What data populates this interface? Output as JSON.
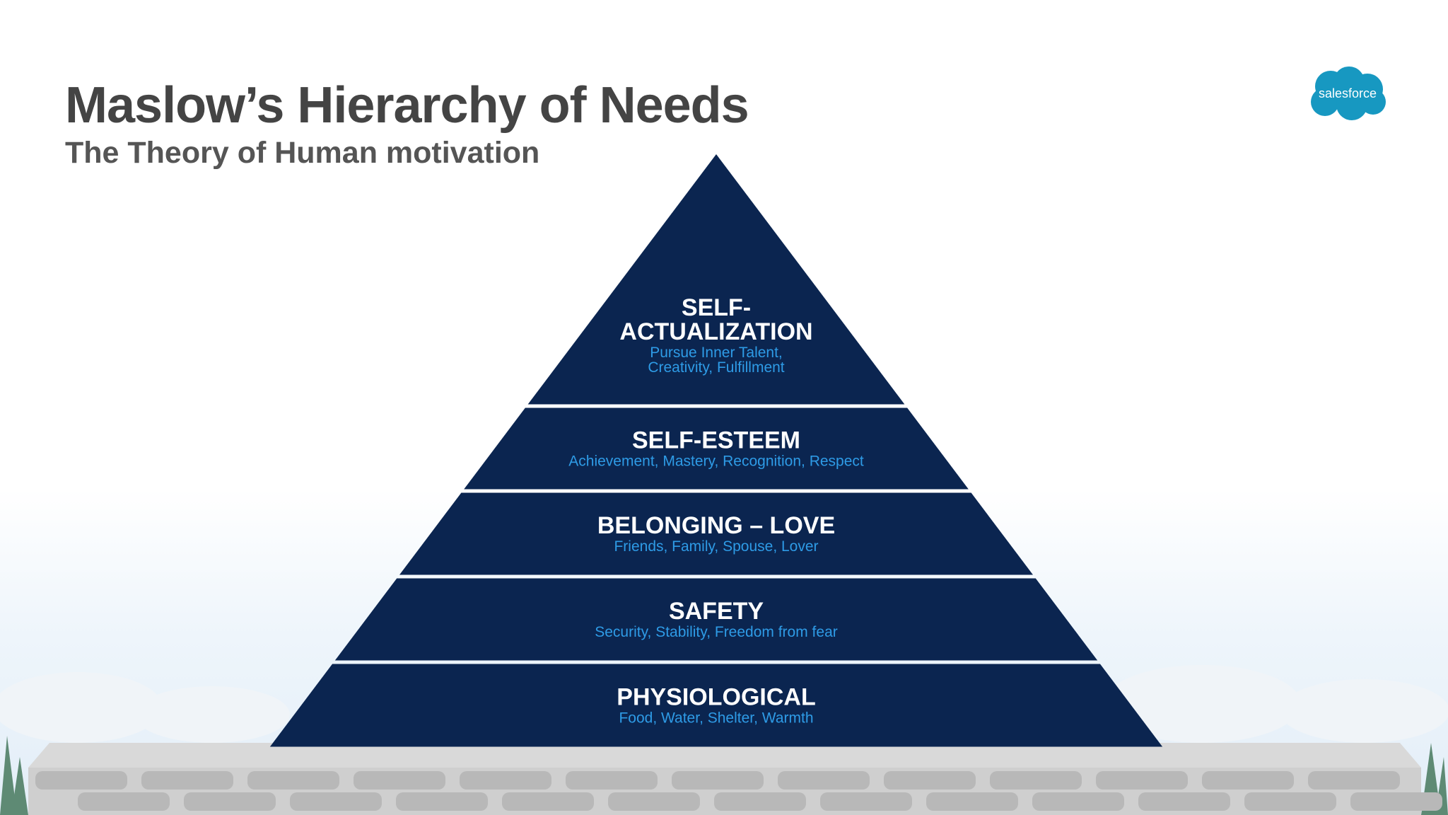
{
  "title": "Maslow’s Hierarchy of Needs",
  "subtitle": "The Theory of Human motivation",
  "logo_text": "salesforce",
  "colors": {
    "pyramid_fill": "#0b2550",
    "level_title": "#ffffff",
    "level_desc": "#2e9be6",
    "divider": "#ffffff",
    "title_text": "#444444",
    "logo_blue": "#1798c1",
    "stone_wall": "#c9c9c9"
  },
  "levels": [
    {
      "title_lines": [
        "SELF-",
        "ACTUALIZATION"
      ],
      "desc_lines": [
        "Pursue Inner Talent,",
        "Creativity, Fulfillment"
      ]
    },
    {
      "title_lines": [
        "SELF-ESTEEM"
      ],
      "desc_lines": [
        "Achievement, Mastery, Recognition, Respect"
      ]
    },
    {
      "title_lines": [
        "BELONGING – LOVE"
      ],
      "desc_lines": [
        "Friends, Family, Spouse, Lover"
      ]
    },
    {
      "title_lines": [
        "SAFETY"
      ],
      "desc_lines": [
        "Security, Stability, Freedom from fear"
      ]
    },
    {
      "title_lines": [
        "PHYSIOLOGICAL"
      ],
      "desc_lines": [
        "Food, Water, Shelter, Warmth"
      ]
    }
  ]
}
